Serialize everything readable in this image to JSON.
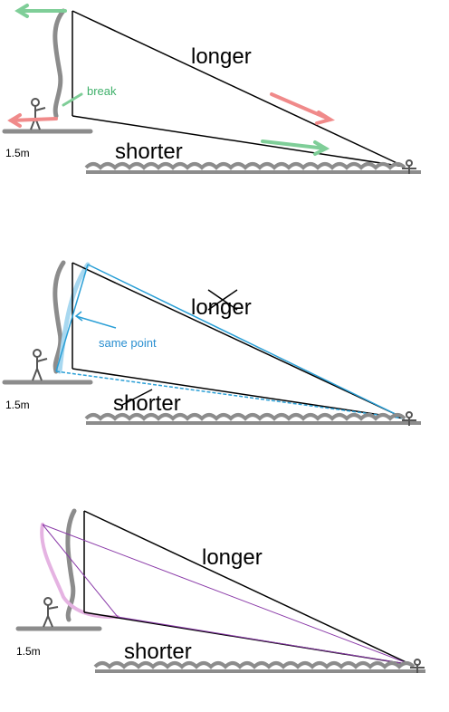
{
  "panels": [
    {
      "longer": "longer",
      "shorter": "shorter",
      "height": "1.5m",
      "note": "break"
    },
    {
      "longer": "longer",
      "shorter": "shorter",
      "height": "1.5m",
      "note": "same point"
    },
    {
      "longer": "longer",
      "shorter": "shorter",
      "height": "1.5m"
    }
  ],
  "colors": {
    "green": "#7fce98",
    "red": "#f08a8a",
    "blue": "#2a9fd6",
    "lightblue": "#a8d8f0",
    "purple": "#8a3aa8",
    "pink": "#e5b3e2",
    "sketch": "#8c8c8c"
  }
}
